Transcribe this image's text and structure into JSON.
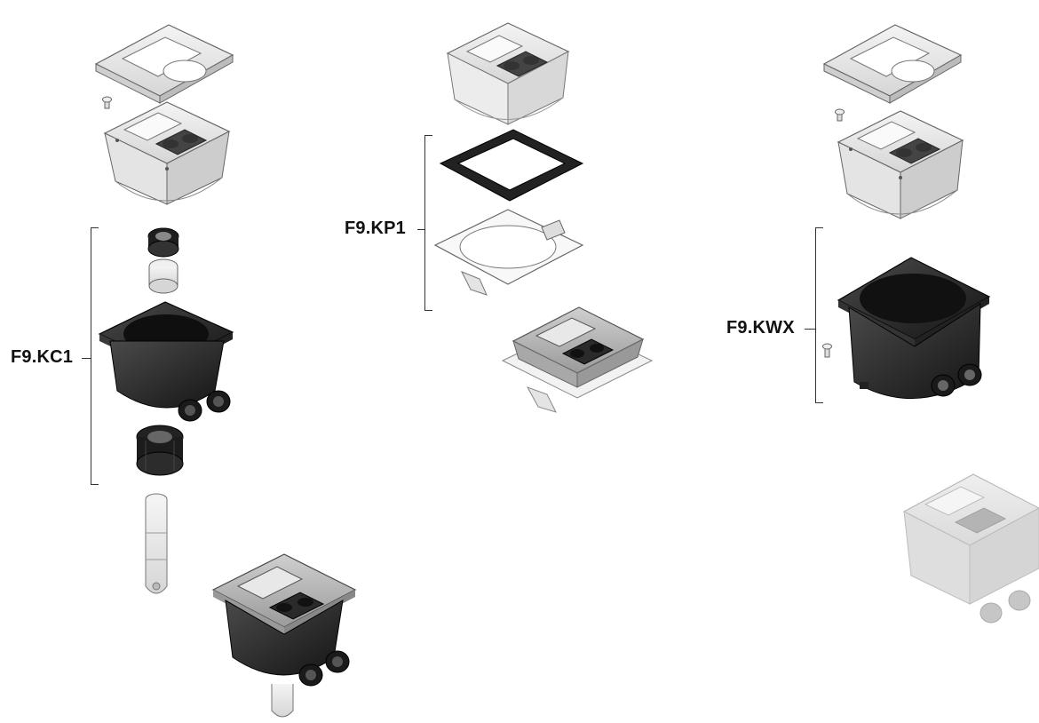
{
  "kits": {
    "kc1": {
      "label": "F9.KC1"
    },
    "kp1": {
      "label": "F9.KP1"
    },
    "kwx": {
      "label": "F9.KWX"
    }
  },
  "colors": {
    "light_part": "#e6e6e6",
    "dark_part": "#2a2a2a",
    "outline": "#555555",
    "faded_part": "#cfcfcf"
  }
}
